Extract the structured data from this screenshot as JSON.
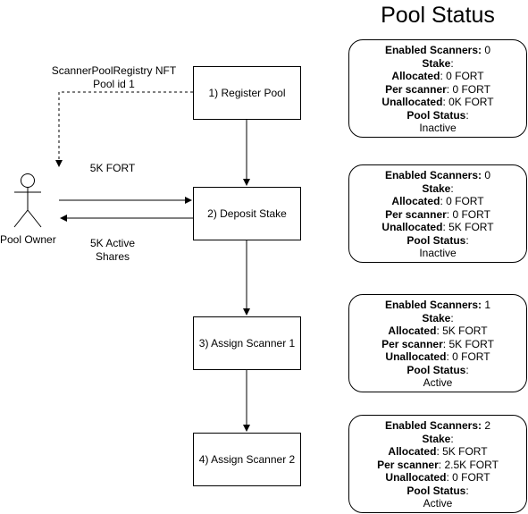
{
  "title": "Pool Status",
  "actor": {
    "label": "Pool Owner"
  },
  "steps": [
    {
      "label": "1) Register Pool"
    },
    {
      "label": "2) Deposit Stake"
    },
    {
      "label": "3) Assign Scanner 1"
    },
    {
      "label": "4) Assign Scanner 2"
    }
  ],
  "edge_labels": {
    "registry_line1": "ScannerPoolRegistry NFT",
    "registry_line2": "Pool id 1",
    "deposit": "5K FORT",
    "shares_line1": "5K Active",
    "shares_line2": "Shares"
  },
  "field_labels": {
    "enabled": "Enabled Scanners:",
    "stake": "Stake",
    "allocated": "Allocated",
    "per_scanner": "Per scanner",
    "unallocated": "Unallocated",
    "pool_status": "Pool Status"
  },
  "statuses": [
    {
      "enabled": "0",
      "allocated": "0 FORT",
      "per_scanner": "0 FORT",
      "unallocated": "0K FORT",
      "pool_status": "Inactive"
    },
    {
      "enabled": "0",
      "allocated": "0 FORT",
      "per_scanner": "0 FORT",
      "unallocated": "5K FORT",
      "pool_status": "Inactive"
    },
    {
      "enabled": "1",
      "allocated": "5K FORT",
      "per_scanner": "5K FORT",
      "unallocated": "0 FORT",
      "pool_status": "Active"
    },
    {
      "enabled": "2",
      "allocated": "5K FORT",
      "per_scanner": "2.5K FORT",
      "unallocated": "0 FORT",
      "pool_status": "Active"
    }
  ]
}
